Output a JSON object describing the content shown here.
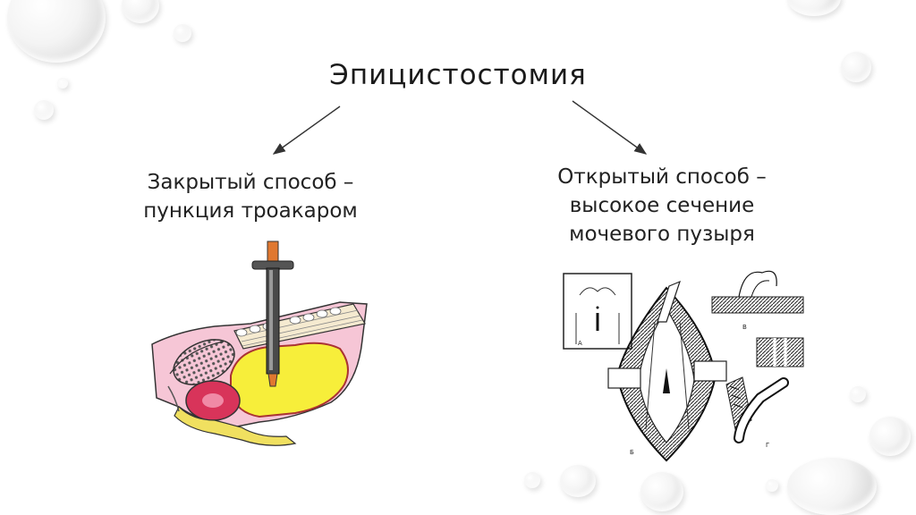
{
  "title": "Эпицистостомия",
  "closed_method": {
    "line1": "Закрытый способ –",
    "line2": "пункция троакаром"
  },
  "open_method": {
    "line1": "Открытый способ –",
    "line2": "высокое сечение",
    "line3": "мочевого пузыря"
  },
  "figure_labels": {
    "a": "А",
    "b": "Б",
    "v": "В",
    "g": "Г"
  },
  "colors": {
    "bladder": "#f7ee3a",
    "tissue_pink": "#f6c6d6",
    "prostate_red": "#d8345a",
    "urethra_yellow": "#f0e060",
    "trocar": "#555555",
    "catheter": "#e07830"
  }
}
